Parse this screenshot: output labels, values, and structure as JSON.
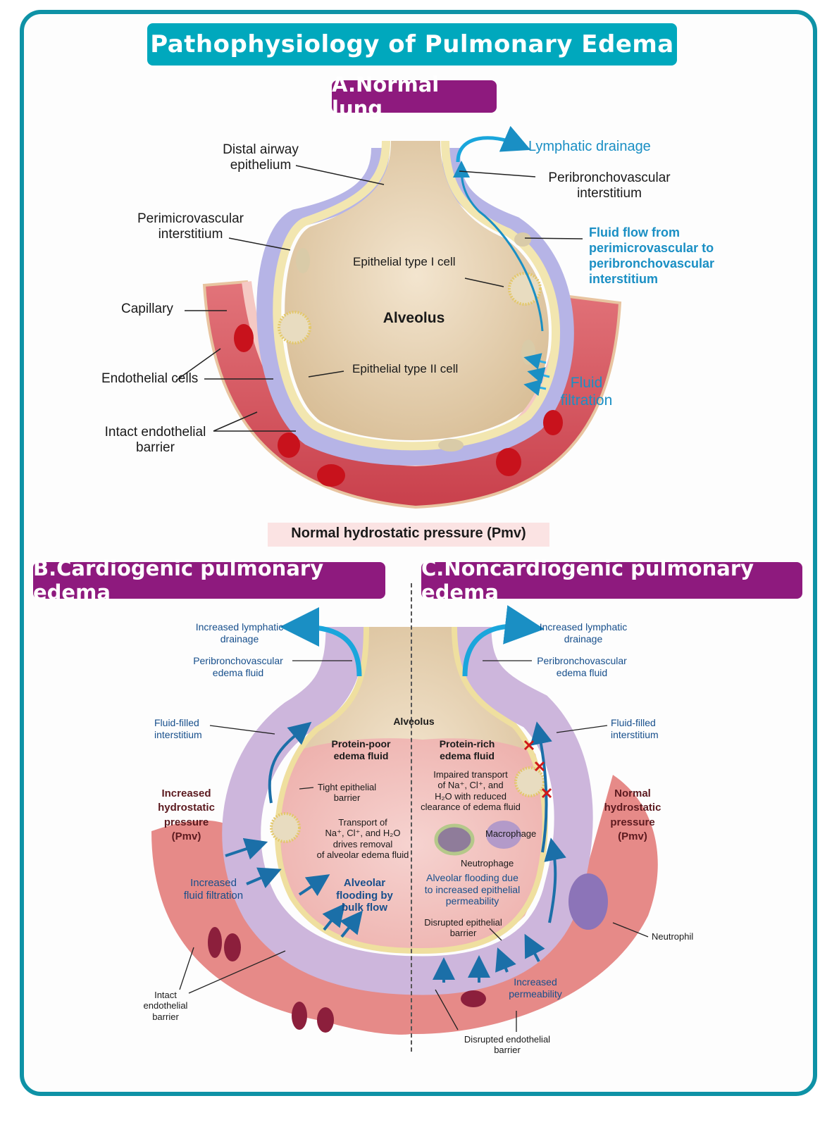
{
  "title": "Pathophysiology of Pulmonary Edema",
  "sections": {
    "a": "A.Normal lung",
    "b": "B.Cardiogenic pulmonary edema",
    "c": "C.Noncardiogenic pulmonary edema"
  },
  "normal_lung": {
    "labels": {
      "distal_airway": "Distal airway\nepithelium",
      "perimicrovascular": "Perimicrovascular\ninterstitium",
      "capillary": "Capillary",
      "endothelial_cells": "Endothelial cells",
      "intact_barrier": "Intact endothelial\nbarrier",
      "lymphatic_drainage": "Lymphatic drainage",
      "peribronchovascular": "Peribronchovascular\ninterstitium",
      "fluid_flow": "Fluid flow from\nperimicrovascular to\nperibronchovascular\ninterstitium",
      "epithelial_type1": "Epithelial type I cell",
      "alveolus": "Alveolus",
      "epithelial_type2": "Epithelial type II cell",
      "fluid_filtration": "Fluid\nfiltration",
      "pressure": "Normal hydrostatic pressure (Pmv)"
    }
  },
  "cardiogenic": {
    "labels": {
      "lymphatic": "Increased lymphatic\ndrainage",
      "peribronchovascular": "Peribronchovascular\nedema fluid",
      "fluid_filled": "Fluid-filled\ninterstitium",
      "protein_poor": "Protein-poor\nedema fluid",
      "tight_barrier": "Tight epithelial\nbarrier",
      "transport": "Transport of\nNa⁺, Cl⁺, and H₂O\ndrives removal\nof alveolar edema fluid",
      "pressure": "Increased\nhydrostatic\npressure\n(Pmv)",
      "filtration": "Increased\nfluid filtration",
      "flooding": "Alveolar\nflooding by\nbulk flow",
      "intact_barrier": "Intact\nendothelial\nbarrier"
    }
  },
  "noncardiogenic": {
    "labels": {
      "alveolus": "Alveolus",
      "lymphatic": "Increased lymphatic\ndrainage",
      "peribronchovascular": "Peribronchovascular\nedema fluid",
      "fluid_filled": "Fluid-filled\ninterstitium",
      "protein_rich": "Protein-rich\nedema fluid",
      "impaired": "Impaired transport\nof Na⁺, Cl⁺, and\nH₂O with reduced\nclearance of edema fluid",
      "macrophage": "Macrophage",
      "neutrophage": "Neutrophage",
      "flooding": "Alveolar flooding due\nto increased epithelial\npermeability",
      "disrupted_epithelial": "Disrupted epithelial\nbarrier",
      "pressure": "Normal\nhydrostatic\npressure\n(Pmv)",
      "neutrophil": "Neutrophil",
      "permeability": "Increased\npermeability",
      "disrupted_endothelial": "Disrupted endothelial\nbarrier"
    }
  },
  "colors": {
    "frame": "#0e92a6",
    "title_bg": "#00a8bd",
    "section_bg": "#8e1a7e",
    "label_blue": "#1a8fc4",
    "label_navy": "#174f8c",
    "label_maroon": "#5c1a1f"
  }
}
